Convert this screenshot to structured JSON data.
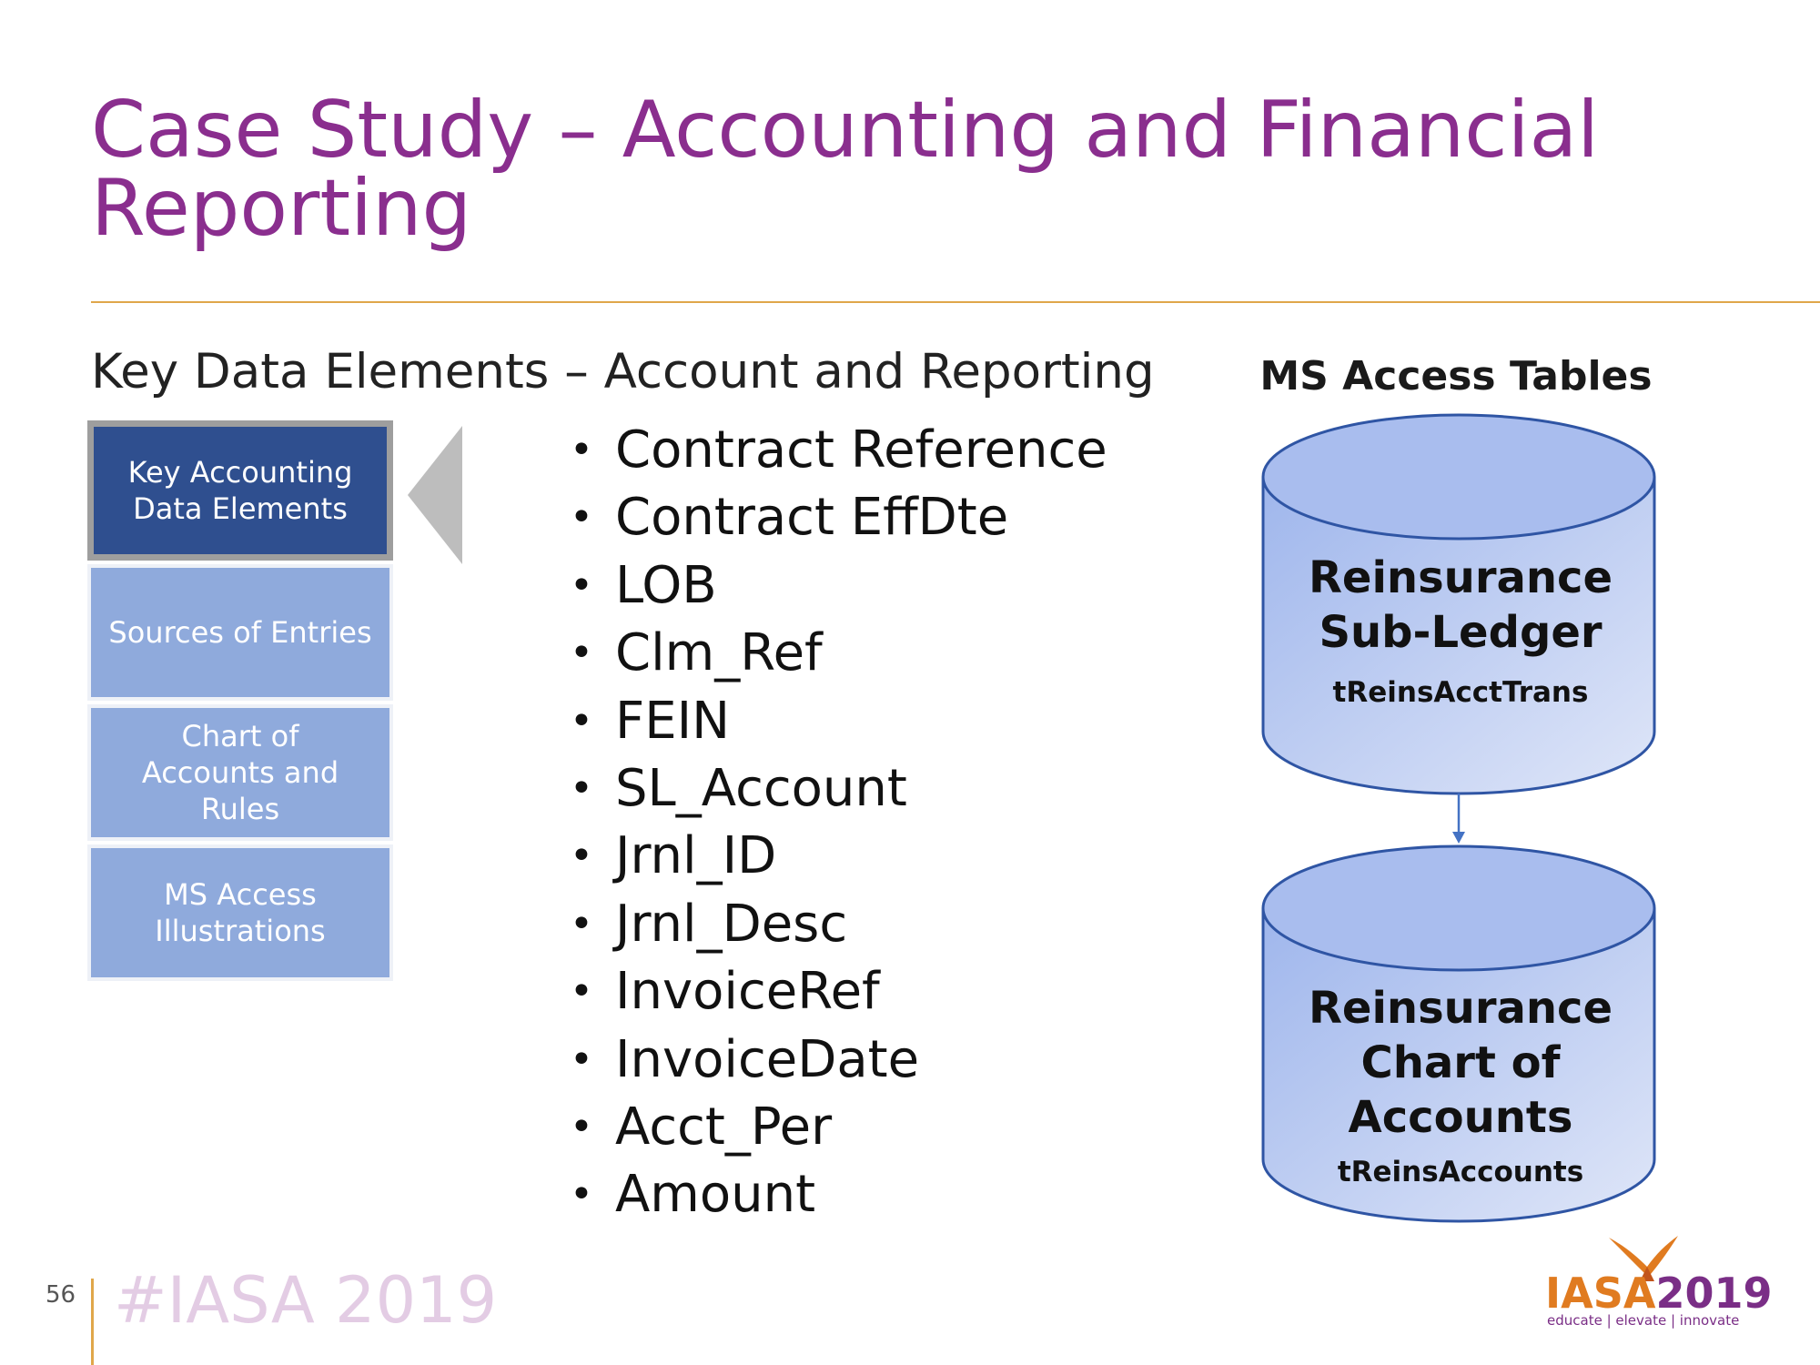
{
  "title": "Case Study – Accounting and Financial Reporting",
  "subtitle": "Key Data Elements – Account and Reporting",
  "nav": {
    "items": [
      {
        "label": "Key Accounting Data Elements",
        "active": true
      },
      {
        "label": "Sources of Entries",
        "active": false
      },
      {
        "label": "Chart of Accounts and Rules",
        "active": false
      },
      {
        "label": "MS Access Illustrations",
        "active": false
      }
    ]
  },
  "bullets": [
    "Contract Reference",
    "Contract EffDte",
    "LOB",
    "Clm_Ref",
    "FEIN",
    "SL_Account",
    "Jrnl_ID",
    "Jrnl_Desc",
    "InvoiceRef",
    "InvoiceDate",
    "Acct_Per",
    "Amount"
  ],
  "bullet_glyph": "•",
  "diagram": {
    "heading": "MS Access Tables",
    "tables": [
      {
        "title_line1": "Reinsurance",
        "title_line2": "Sub-Ledger",
        "title_line3": "",
        "table_name": "tReinsAcctTrans"
      },
      {
        "title_line1": "Reinsurance",
        "title_line2": "Chart of",
        "title_line3": "Accounts",
        "table_name": "tReinsAccounts"
      }
    ],
    "colors": {
      "cylinder_fill": "#b4c7ee",
      "cylinder_stroke": "#2f55a4",
      "arrow": "#4472c4"
    }
  },
  "footer": {
    "page_number": "56",
    "hashtag": "#IASA 2019",
    "logo_name": "IASA",
    "logo_year": "2019",
    "logo_tagline": "educate | elevate | innovate"
  },
  "colors": {
    "title": "#8a2e8e",
    "rule": "#e0a74a",
    "nav_active": "#2f4f8f",
    "nav_inactive": "#8faadc"
  }
}
